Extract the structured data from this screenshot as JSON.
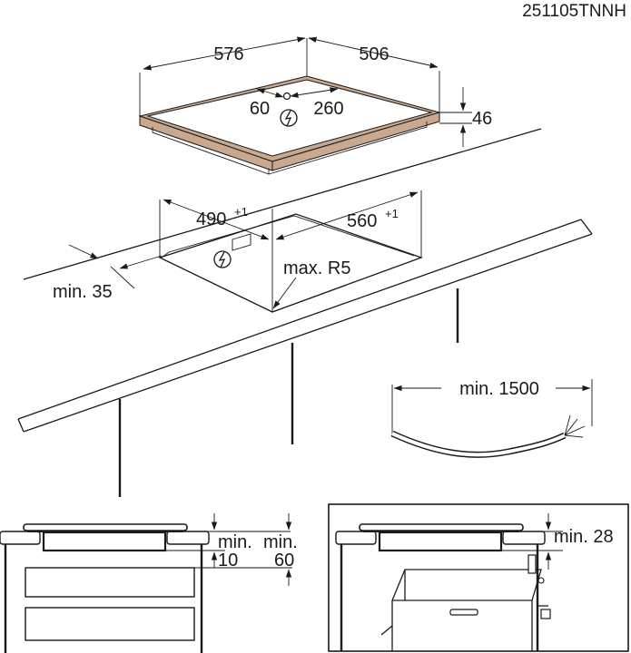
{
  "drawing_code": "251105TNNH",
  "hob": {
    "width": "576",
    "depth": "506",
    "height": "46",
    "cable_left": "60",
    "cable_right": "260"
  },
  "cutout": {
    "width": "490",
    "width_tol": "+1",
    "depth": "560",
    "depth_tol": "+1",
    "radius": "max. R5",
    "front_edge": "min. 35"
  },
  "cable": {
    "length": "min. 1500"
  },
  "install_drawer": {
    "gap_label_a": "min.",
    "gap_value_a": "10",
    "gap_label_b": "min.",
    "gap_value_b": "60"
  },
  "install_oven": {
    "gap_label": "min. 28"
  },
  "colors": {
    "lines": "#1a1a1a",
    "hob_frame": "#c8a88e",
    "background": "#ffffff"
  },
  "icons": [
    "electric-connection-icon",
    "electric-connection-icon"
  ]
}
